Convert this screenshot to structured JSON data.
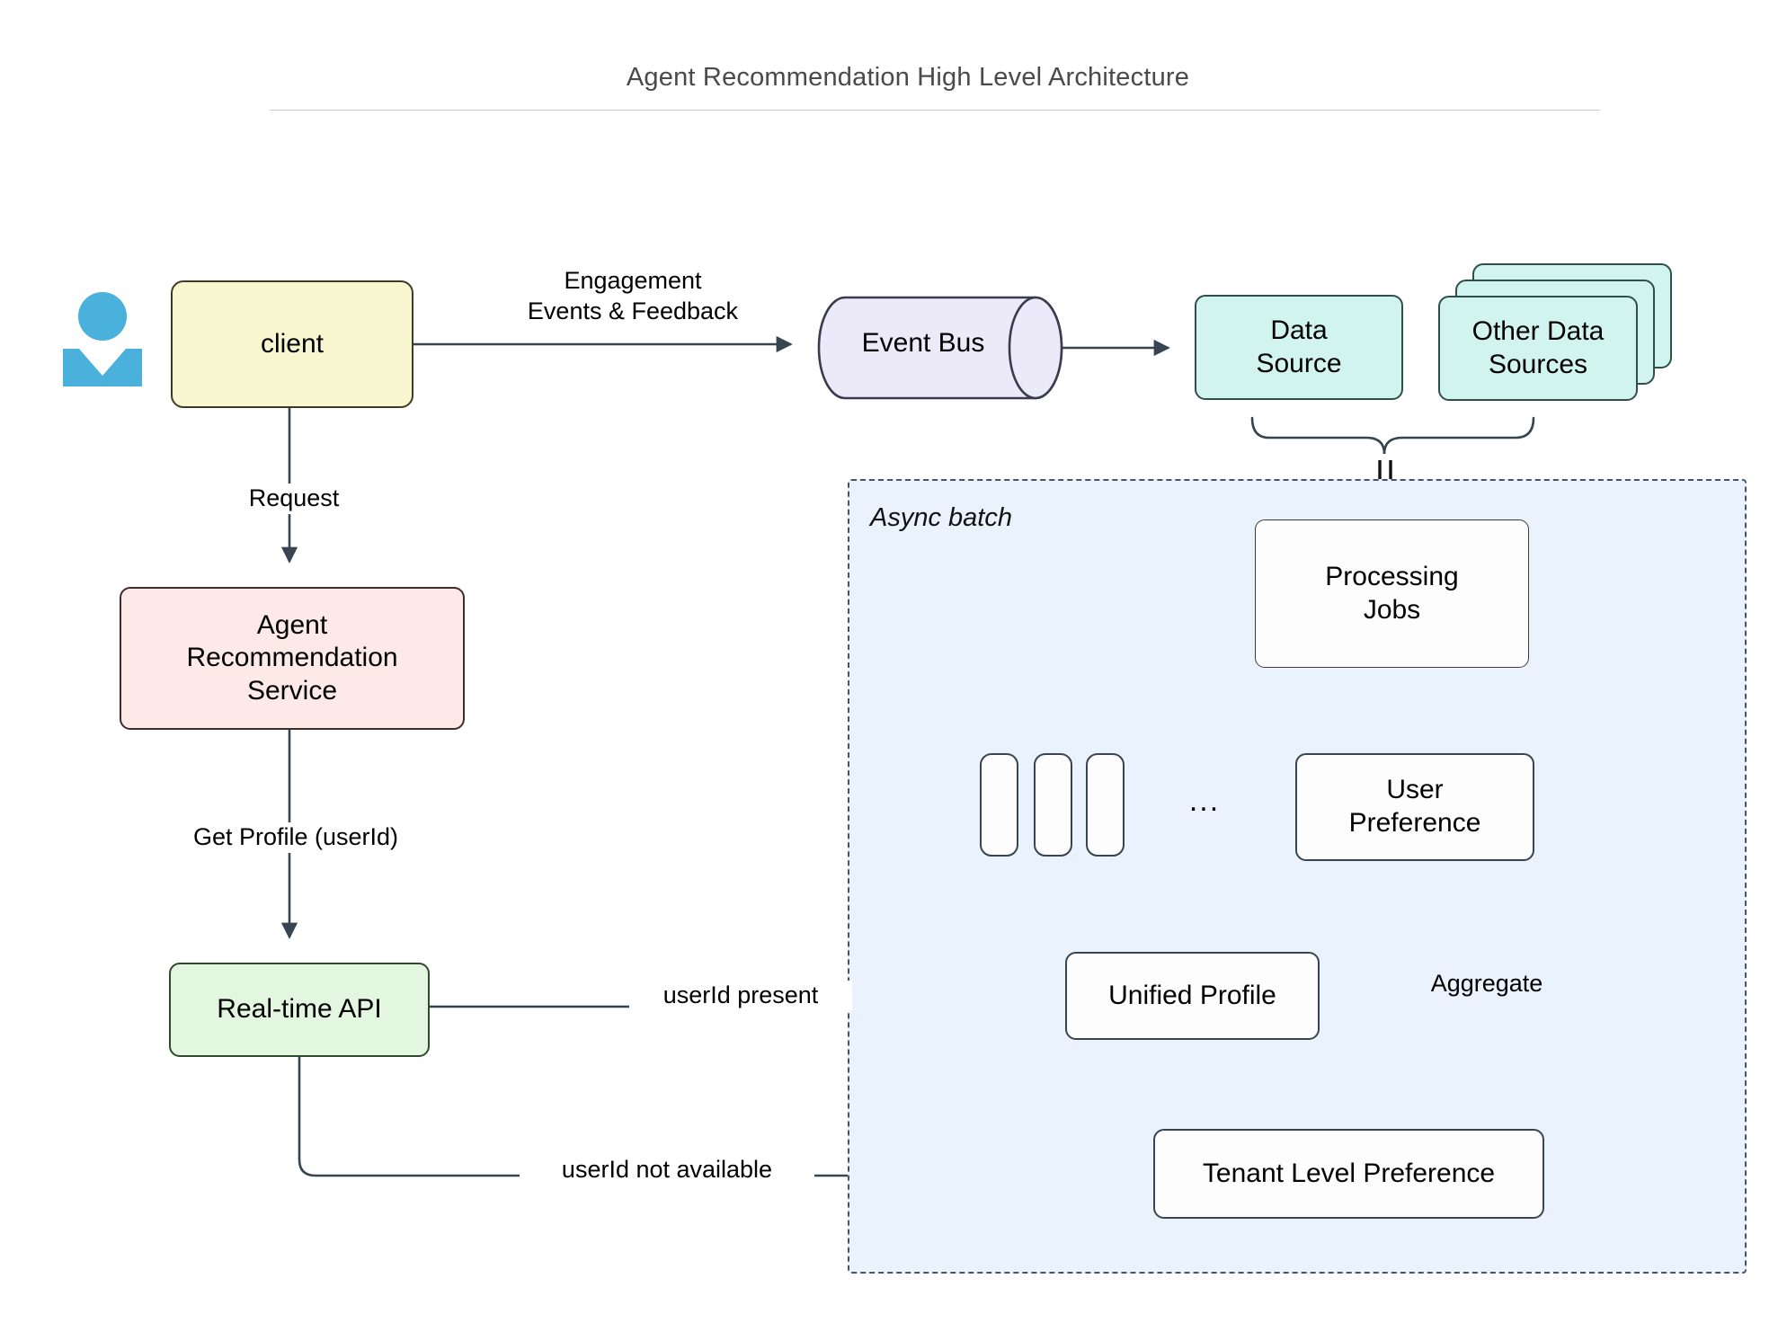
{
  "page": {
    "title": "Agent Recommendation High Level Architecture"
  },
  "actor": {
    "icon": "person-icon"
  },
  "nodes": {
    "client": {
      "label": "client",
      "fill": "#f8f6cf",
      "stroke": "#3d3b27"
    },
    "agent_recommendation_service": {
      "label": "Agent\nRecommendation\nService",
      "fill": "#fdeae8",
      "stroke": "#3d2e2c"
    },
    "realtime_api": {
      "label": "Real-time API",
      "fill": "#e3f7e0",
      "stroke": "#2d4a2a"
    },
    "event_bus": {
      "label": "Event Bus",
      "fill": "#eceaf8",
      "stroke": "#3b3b4f"
    },
    "data_source": {
      "label": "Data\nSource",
      "fill": "#d2f4ee",
      "stroke": "#2f4f4a"
    },
    "other_data_sources": {
      "label": "Other Data\nSources",
      "fill": "#d2f4ee",
      "stroke": "#2f4f4a",
      "stack_count": 3
    },
    "processing_jobs": {
      "label": "Processing\nJobs",
      "fill": "#fdfdfd",
      "stroke": "#3b3b3b"
    },
    "user_preference": {
      "label": "User\nPreference",
      "fill": "#fdfdfd",
      "stroke": "#36454f"
    },
    "unified_profile": {
      "label": "Unified Profile",
      "fill": "#fdfdfd",
      "stroke": "#36454f"
    },
    "tenant_level_preference": {
      "label": "Tenant Level Preference",
      "fill": "#fdfdfd",
      "stroke": "#36454f"
    },
    "preference_pills": {
      "label": "",
      "count": 3,
      "ellipsis": "..."
    }
  },
  "container": {
    "async_batch": {
      "label": "Async batch",
      "fill": "#e9f2fd",
      "stroke": "#44566b",
      "style": "dashed"
    }
  },
  "edges": [
    {
      "id": "client-to-eventbus",
      "from": "client",
      "to": "event_bus",
      "label": "Engagement\nEvents & Feedback",
      "style": "solid"
    },
    {
      "id": "eventbus-to-datasource",
      "from": "event_bus",
      "to": "data_source",
      "label": "",
      "style": "solid"
    },
    {
      "id": "client-to-ars",
      "from": "client",
      "to": "agent_recommendation_service",
      "label": "Request",
      "style": "solid"
    },
    {
      "id": "ars-to-rtapi",
      "from": "agent_recommendation_service",
      "to": "realtime_api",
      "label": "Get Profile (userId)",
      "style": "solid"
    },
    {
      "id": "rtapi-to-unified",
      "from": "realtime_api",
      "to": "unified_profile",
      "label": "userId present",
      "style": "solid"
    },
    {
      "id": "rtapi-to-tenant",
      "from": "realtime_api",
      "to": "tenant_level_preference",
      "label": "userId not available",
      "style": "solid"
    },
    {
      "id": "sources-to-procjobs",
      "from": "data_sources_brace",
      "to": "processing_jobs",
      "label": "",
      "style": "double-dashed"
    },
    {
      "id": "procjobs-to-userpref",
      "from": "processing_jobs",
      "to": "user_preference",
      "label": "",
      "style": "double-dashed"
    },
    {
      "id": "pills-to-unified",
      "from": "preference_pills_brace",
      "to": "unified_profile",
      "label": "",
      "style": "brace"
    },
    {
      "id": "userpref-to-tenant",
      "from": "user_preference",
      "to": "tenant_level_preference",
      "label": "Aggregate",
      "style": "solid"
    }
  ],
  "edge_labels": {
    "engagement": "Engagement\nEvents & Feedback",
    "request": "Request",
    "get_profile": "Get Profile (userId)",
    "userid_present": "userId present",
    "userid_not_available": "userId not available",
    "aggregate": "Aggregate"
  },
  "colors": {
    "background": "#ffffff",
    "edge_stroke": "#36454f",
    "title_text": "#4a4a4a",
    "actor_blue": "#4ab0dc"
  }
}
